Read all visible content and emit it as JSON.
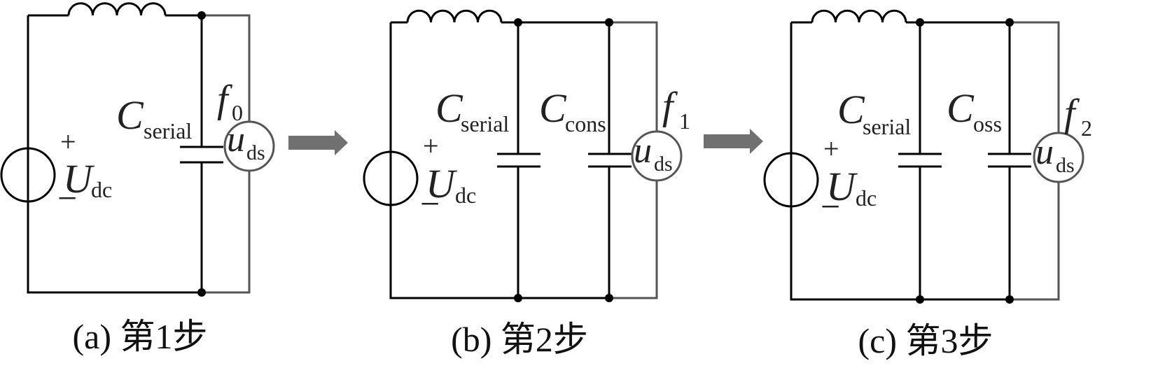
{
  "panels": [
    {
      "caption": "(a)  第1步",
      "source_label": "U",
      "source_sub": "dc",
      "plus": "+",
      "minus": "−",
      "caps": [
        {
          "label": "C",
          "sub": "serial"
        }
      ],
      "freq_label": "f",
      "freq_sub": "0",
      "meter_label": "u",
      "meter_sub": "ds"
    },
    {
      "caption": "(b)  第2步",
      "source_label": "U",
      "source_sub": "dc",
      "plus": "+",
      "minus": "−",
      "caps": [
        {
          "label": "C",
          "sub": "serial"
        },
        {
          "label": "C",
          "sub": "cons"
        }
      ],
      "freq_label": "f",
      "freq_sub": "1",
      "meter_label": "u",
      "meter_sub": "ds"
    },
    {
      "caption": "(c)  第3步",
      "source_label": "U",
      "source_sub": "dc",
      "plus": "+",
      "minus": "−",
      "caps": [
        {
          "label": "C",
          "sub": "serial"
        },
        {
          "label": "C",
          "sub": "oss"
        }
      ],
      "freq_label": "f",
      "freq_sub": "2",
      "meter_label": "u",
      "meter_sub": "ds"
    }
  ],
  "arrow_color": "#707070"
}
